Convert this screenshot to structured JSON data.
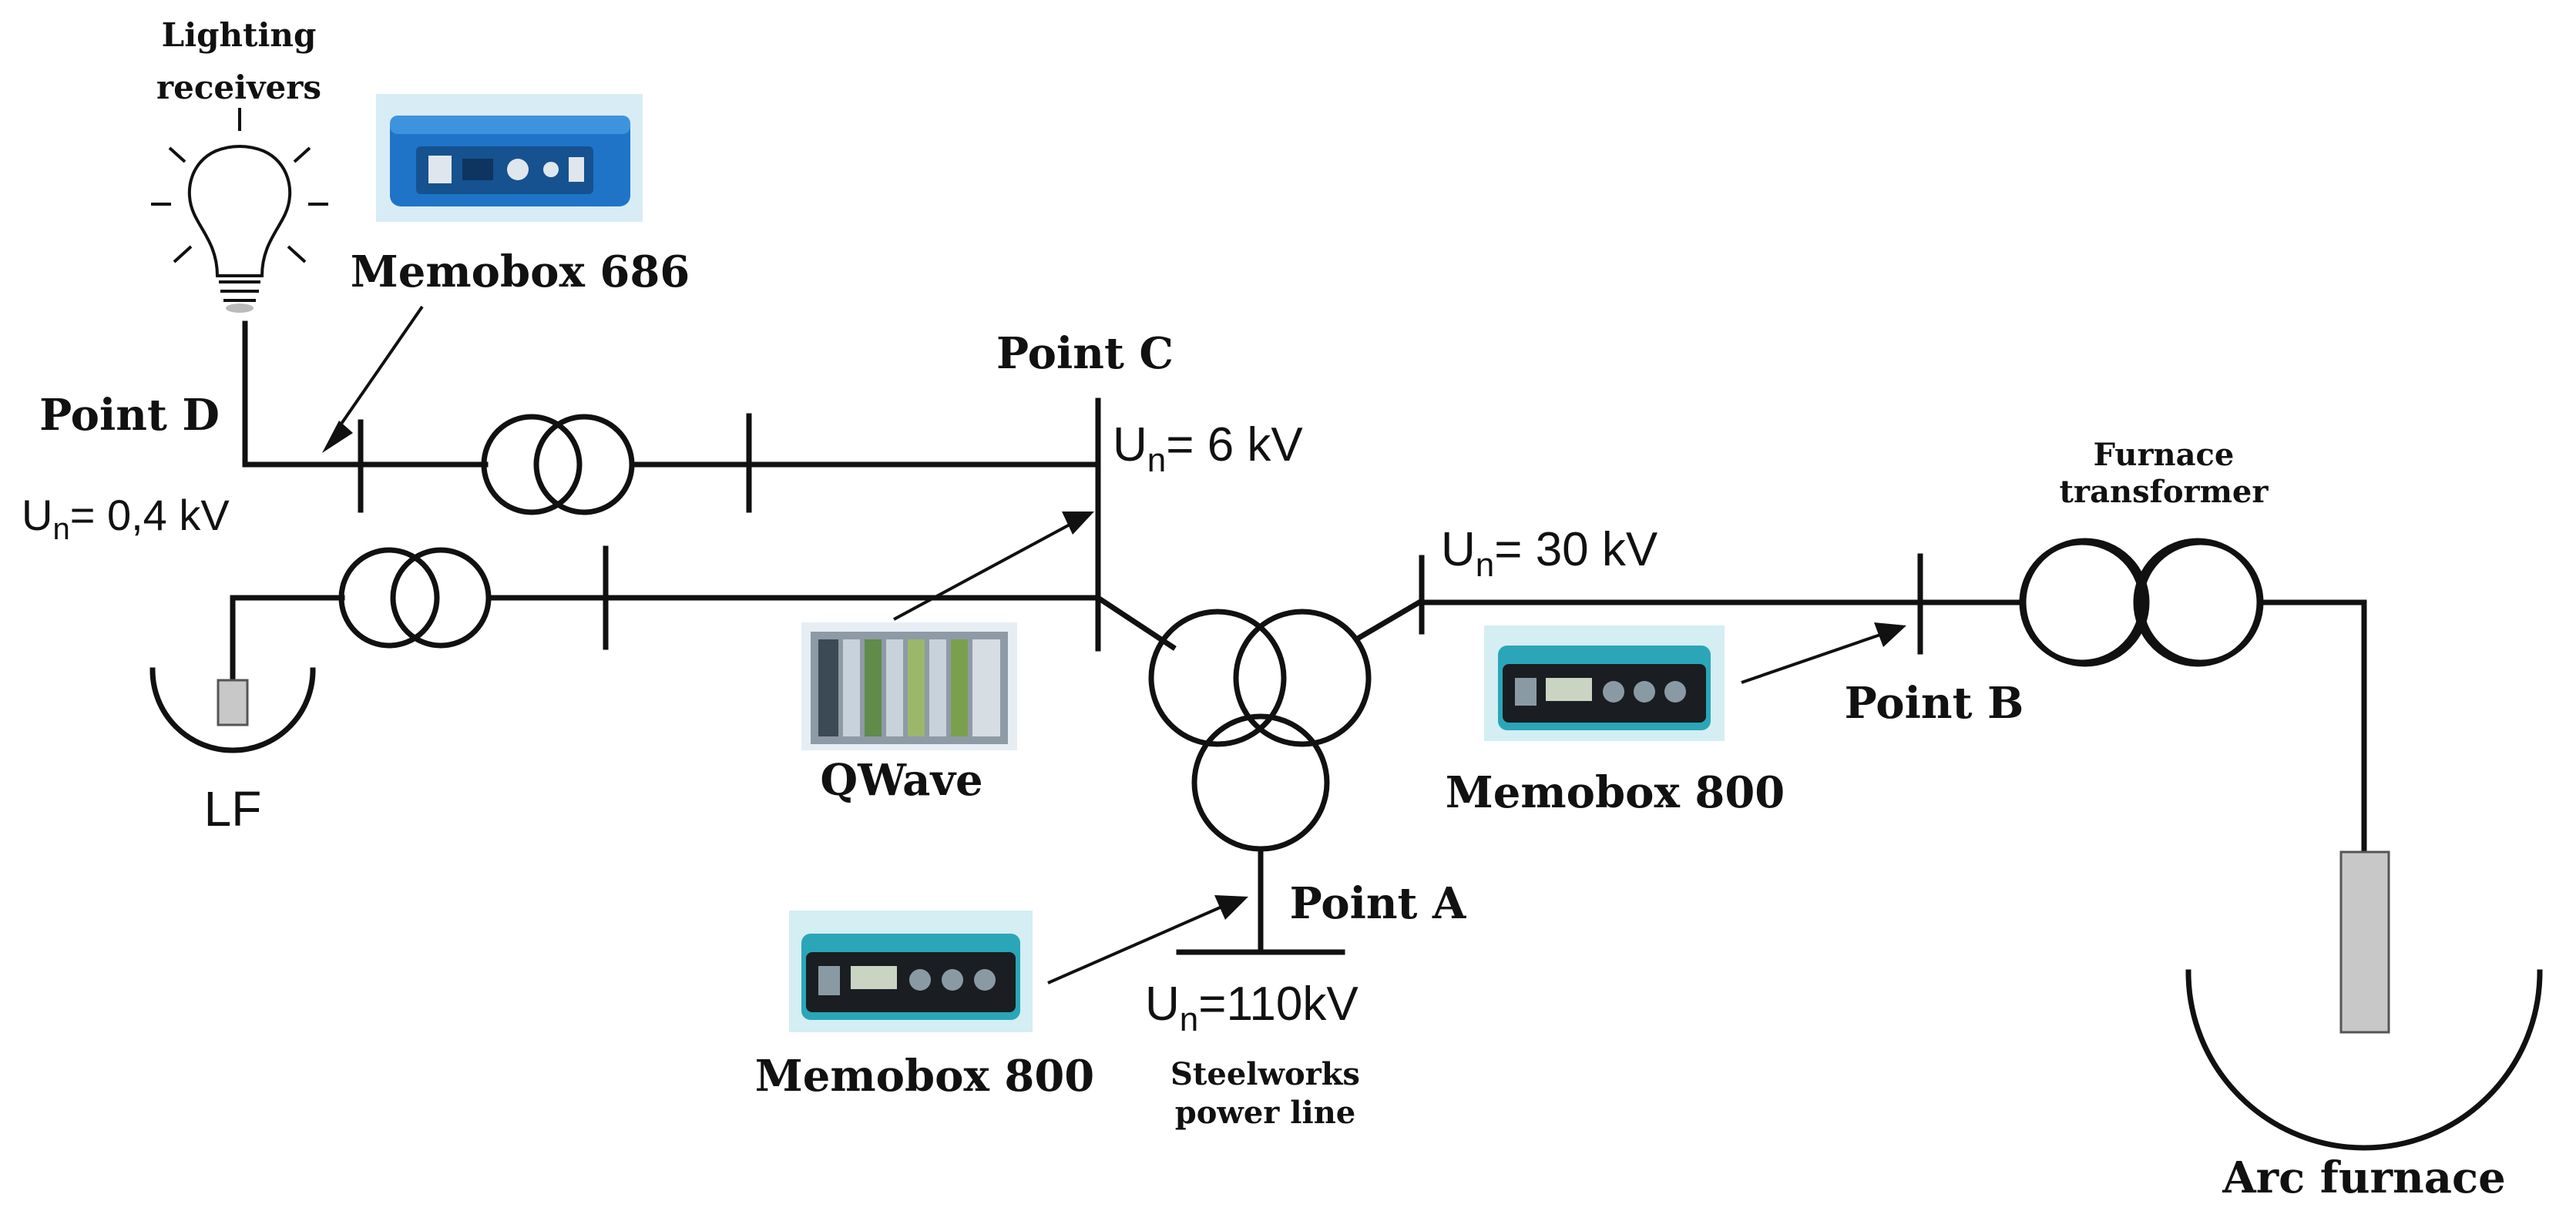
{
  "labels": {
    "lighting": "Lighting",
    "receivers": "receivers",
    "memobox_686": "Memobox 686",
    "point_d": "Point D",
    "point_c": "Point C",
    "point_b": "Point B",
    "point_a": "Point A",
    "qwave": "QWave",
    "memobox_800_right": "Memobox 800",
    "memobox_800_bottom": "Memobox 800",
    "furnace": "Furnace",
    "transformer": "transformer",
    "lf": "LF",
    "arc_furnace": "Arc furnace",
    "steelworks": "Steelworks",
    "power_line": "power line"
  },
  "voltages": {
    "u": "U",
    "sub": "n",
    "v_04": "= 0,4 kV",
    "v_6": "= 6 kV",
    "v_30": "= 30 kV",
    "v_110": "=110kV"
  },
  "colors": {
    "line": "#111111",
    "device_blue": "#1f74c8",
    "device_teal": "#2aa6b8",
    "rack_grey": "#8e9aa5",
    "electrode": "#c8c8c8"
  },
  "icons": [
    "light-bulb-icon",
    "transformer-icon",
    "three-winding-transformer-icon",
    "memobox-686-device",
    "memobox-800-device",
    "qwave-rack-device",
    "ladle-furnace-icon",
    "arc-furnace-icon"
  ]
}
